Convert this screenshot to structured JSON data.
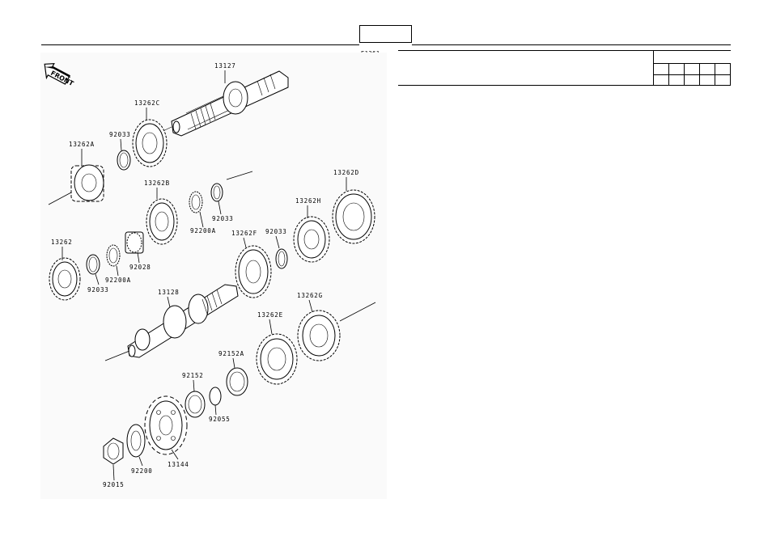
{
  "header": {
    "diagram_code": "E1361"
  },
  "diagram": {
    "front_label": "FRONT",
    "parts": [
      {
        "id": "p13127",
        "label": "13127"
      },
      {
        "id": "p13262c",
        "label": "13262C"
      },
      {
        "id": "p92033a",
        "label": "92033"
      },
      {
        "id": "p13262a",
        "label": "13262A"
      },
      {
        "id": "p13262b",
        "label": "13262B"
      },
      {
        "id": "p92200a1",
        "label": "92200A"
      },
      {
        "id": "p92033b",
        "label": "92033"
      },
      {
        "id": "p13262d",
        "label": "13262D"
      },
      {
        "id": "p13262h",
        "label": "13262H"
      },
      {
        "id": "p13262",
        "label": "13262"
      },
      {
        "id": "p92028",
        "label": "92028"
      },
      {
        "id": "p92200a2",
        "label": "92200A"
      },
      {
        "id": "p92033c",
        "label": "92033"
      },
      {
        "id": "p13262f",
        "label": "13262F"
      },
      {
        "id": "p92033d",
        "label": "92033"
      },
      {
        "id": "p13128",
        "label": "13128"
      },
      {
        "id": "p13262g",
        "label": "13262G"
      },
      {
        "id": "p13262e",
        "label": "13262E"
      },
      {
        "id": "p92152a",
        "label": "92152A"
      },
      {
        "id": "p92152",
        "label": "92152"
      },
      {
        "id": "p92055",
        "label": "92055"
      },
      {
        "id": "p13144",
        "label": "13144"
      },
      {
        "id": "p92200",
        "label": "92200"
      },
      {
        "id": "p92015",
        "label": "92015"
      }
    ]
  }
}
